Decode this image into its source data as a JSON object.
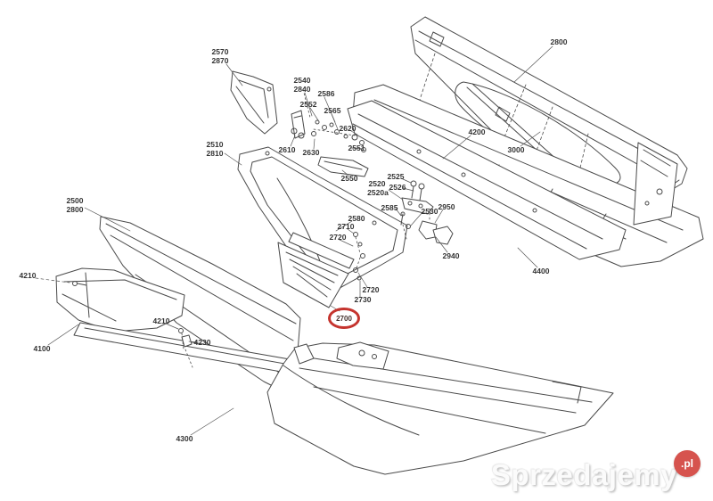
{
  "labels": [
    {
      "text": "2570"
    },
    {
      "text": "2870"
    },
    {
      "text": "2540"
    },
    {
      "text": "2840"
    },
    {
      "text": "2586"
    },
    {
      "text": "2552"
    },
    {
      "text": "2565"
    },
    {
      "text": "2620"
    },
    {
      "text": "2551"
    },
    {
      "text": "2610"
    },
    {
      "text": "2630"
    },
    {
      "text": "2510"
    },
    {
      "text": "2810"
    },
    {
      "text": "2550"
    },
    {
      "text": "4200"
    },
    {
      "text": "3000"
    },
    {
      "text": "2800"
    },
    {
      "text": "2525"
    },
    {
      "text": "2520"
    },
    {
      "text": "2520a"
    },
    {
      "text": "2526"
    },
    {
      "text": "2585"
    },
    {
      "text": "2530"
    },
    {
      "text": "2950"
    },
    {
      "text": "2940"
    },
    {
      "text": "4400"
    },
    {
      "text": "2500"
    },
    {
      "text": "2800"
    },
    {
      "text": "2580"
    },
    {
      "text": "2710"
    },
    {
      "text": "2720"
    },
    {
      "text": "2720"
    },
    {
      "text": "2730"
    },
    {
      "text": "2700"
    },
    {
      "text": "4210"
    },
    {
      "text": "4100"
    },
    {
      "text": "4210"
    },
    {
      "text": "4230"
    },
    {
      "text": "4300"
    }
  ],
  "highlight": {
    "part": "2700",
    "color": "#c5342e"
  },
  "line_color": "#4a4a4a",
  "watermark": {
    "name": "Sprzedajemy",
    "tld": ".pl",
    "badge_color": "#d6534e",
    "text_color": "#ffffff"
  }
}
